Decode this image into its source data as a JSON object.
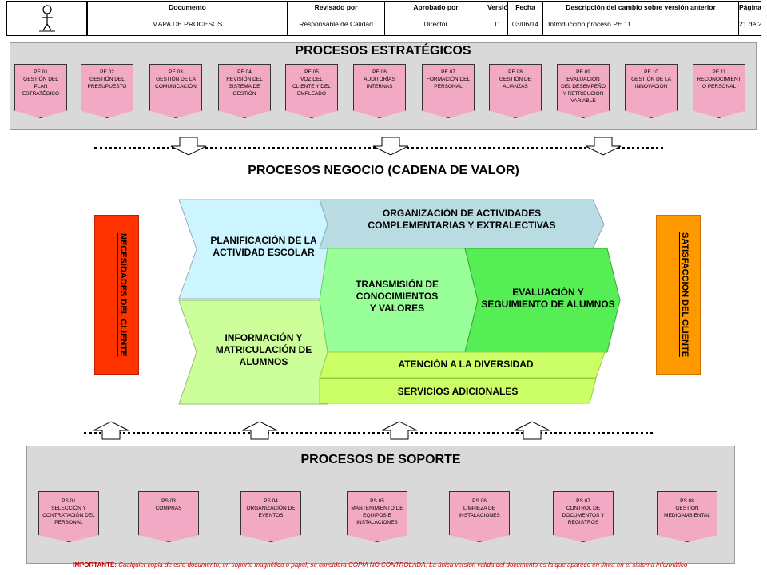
{
  "header": {
    "columns": [
      "Documento",
      "Revisado por",
      "Aprobado por",
      "Versión",
      "Fecha",
      "Descripción del cambio sobre versión anterior",
      "Página"
    ],
    "values": [
      "MAPA DE PROCESOS",
      "Responsable de Calidad",
      "Director",
      "11",
      "03/06/14",
      "Introducción proceso PE 11.",
      "21 de 2"
    ]
  },
  "strategic": {
    "title": "PROCESOS ESTRATÉGICOS",
    "items": [
      "PE 01\nGESTIÓN DEL\nPLAN\nESTRATÉGICO",
      "PE 02\nGESTIÓN DEL\nPRESUPUESTO",
      "PE 03\nGESTIÓN DE LA\nCOMUNICACIÓN",
      "PE 04\nREVISIÓN DEL\nSISTEMA DE\nGESTIÓN",
      "PE 05\nVOZ DEL\nCLIENTE Y DEL\nEMPLEADO",
      "PE 06\nAUDITORÍAS\nINTERNAS",
      "PE 07\nFORMACIÓN DEL\nPERSONAL",
      "PE 08\nGESTIÓN DE\nALIANZAS",
      "PE 09\nEVALUACIÓN\nDEL DESEMPEÑO\nY RETRIBUCIÓN\nVARIABLE",
      "PE 10\nGESTIÓN DE LA\nINNOVACIÓN",
      "PE 11\nRECONOCIMIENT\nO PERSONAL"
    ]
  },
  "business": {
    "title": "PROCESOS NEGOCIO (CADENA DE VALOR)",
    "left_label": "NECESIDADES DEL CLIENTE",
    "right_label": "SATISFACCIÓN DEL CLIENTE",
    "planificacion": "PLANIFICACIÓN DE LA\nACTIVIDAD ESCOLAR",
    "informacion": "INFORMACIÓN Y\nMATRICULACIÓN DE\nALUMNOS",
    "organizacion": "ORGANIZACIÓN DE ACTIVIDADES\nCOMPLEMENTARIAS Y EXTRALECTIVAS",
    "transmision": "TRANSMISIÓN DE\nCONOCIMIENTOS\nY VALORES",
    "evaluacion": "EVALUACIÓN Y\nSEGUIMIENTO DE ALUMNOS",
    "atencion": "ATENCIÓN A LA DIVERSIDAD",
    "servicios": "SERVICIOS ADICIONALES"
  },
  "support": {
    "title": "PROCESOS DE SOPORTE",
    "items": [
      "PS 01\nSELECCIÓN Y\nCONTRATACIÓN DEL\nPERSONAL",
      "PS 03\nCOMPRAS",
      "PS 04\nORGANIZACIÓN DE\nEVENTOS",
      "PS 05\nMANTENIMIENTO DE\nEQUIPOS E\nINSTALACIONES",
      "PS 06\nLIMPIEZA DE\nINSTALACIONES",
      "PS 07\nCONTROL DE\nDOCUMENTOS Y\nREGISTROS",
      "PS 08\nGESTIÓN\nMEDIOAMBIENTAL"
    ]
  },
  "footer": {
    "label": "IMPORTANTE:",
    "text": "Cualquier copia de este documento, en soporte magnético o papel, se considera COPIA NO CONTROLADA. La única versión válida del documento es la que aparece en línea en el sistema informático"
  },
  "colors": {
    "pentagon": "#f2aac4",
    "planificacion": "#ccf5ff",
    "informacion": "#ccff99",
    "organizacion": "#b8dce2",
    "transmision": "#99ff99",
    "evaluacion": "#55ee55",
    "atencion": "#ccff66",
    "needs": "#ff3300",
    "satisfaction": "#ff9900"
  },
  "icons": [
    "logo-figure-icon",
    "down-arrow-icon",
    "up-arrow-icon"
  ]
}
